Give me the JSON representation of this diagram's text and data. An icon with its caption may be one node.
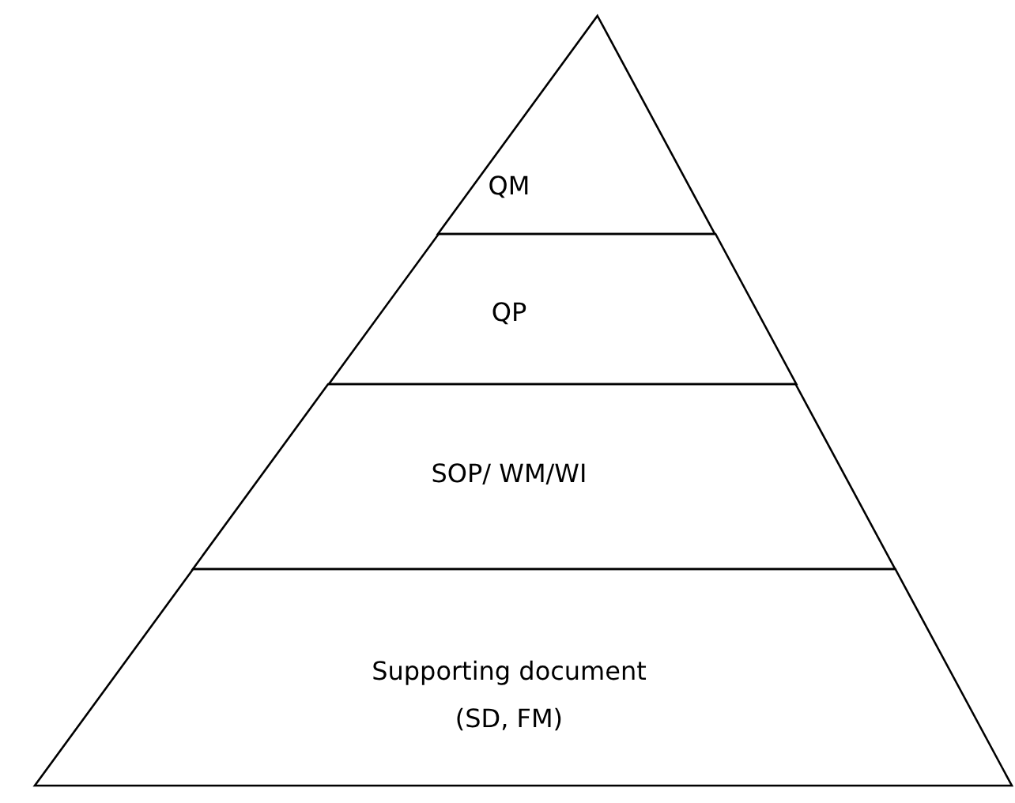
{
  "diagram": {
    "nodes": [
      {
        "text": [
          "QM"
        ]
      },
      {
        "text": [
          "QP"
        ]
      },
      {
        "text": [
          "SOP/ WM/WI"
        ]
      },
      {
        "text": [
          "Supporting document (SD, FM)"
        ]
      }
    ]
  }
}
